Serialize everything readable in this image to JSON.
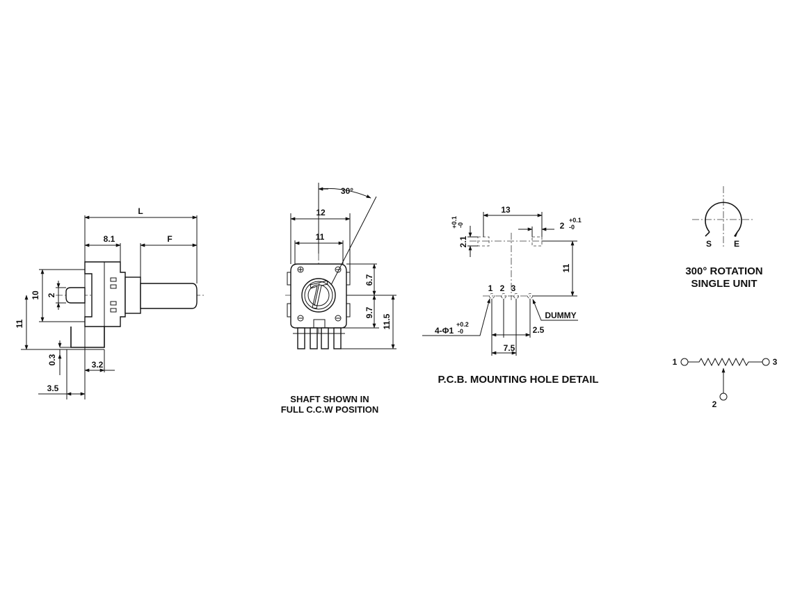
{
  "side_view": {
    "dims": {
      "L": "L",
      "d81": "8.1",
      "F": "F",
      "d10": "10",
      "d2": "2",
      "d11": "11",
      "d03": "0.3",
      "d32": "3.2",
      "d35": "3.5"
    }
  },
  "front_view": {
    "dims": {
      "angle": "30°",
      "d12": "12",
      "d11": "11",
      "d67": "6.7",
      "d97": "9.7",
      "d115": "11.5"
    },
    "caption": {
      "line1": "SHAFT SHOWN IN",
      "line2": "FULL C.C.W POSITION"
    }
  },
  "pcb_view": {
    "dims": {
      "d13": "13",
      "d2": "2",
      "d2_tol_plus": "+0.1",
      "d2_tol_minus": "-0",
      "d21": "2.1",
      "d21_tol_plus": "+0.1",
      "d21_tol_minus": "-0",
      "d11": "11",
      "d25": "2.5",
      "d75": "7.5",
      "hole": "4-Φ1",
      "hole_tol_plus": "+0.2",
      "hole_tol_minus": "-0"
    },
    "pins": [
      "1",
      "2",
      "3"
    ],
    "dummy": "DUMMY",
    "caption": "P.C.B. MOUNTING HOLE DETAIL"
  },
  "rotation": {
    "start": "S",
    "end": "E",
    "caption1": "300° ROTATION",
    "caption2": "SINGLE UNIT"
  },
  "schematic": {
    "pins": [
      "1",
      "2",
      "3"
    ]
  }
}
